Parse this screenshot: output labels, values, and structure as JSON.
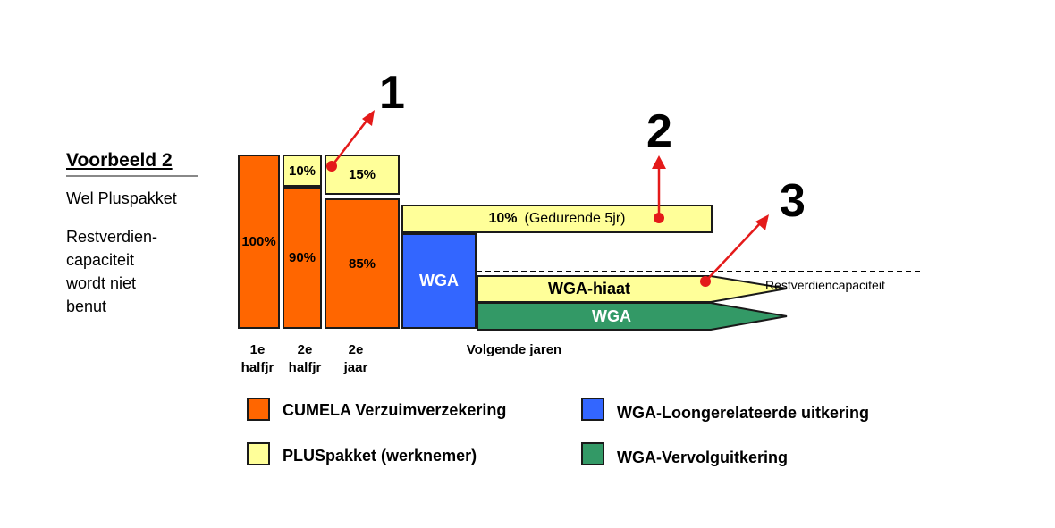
{
  "title": "Voorbeeld 2",
  "subtitle": "Wel Pluspakket",
  "description": [
    "Restverdien-",
    "capaciteit",
    "wordt niet",
    "benut"
  ],
  "bars": {
    "half1_cumela": "100%",
    "half2_plus": "10%",
    "half2_cumela": "90%",
    "year2_plus": "15%",
    "year2_cumela": "85%",
    "wga_box": "WGA"
  },
  "later": {
    "plus_pct": "10%",
    "plus_note": "(Gedurende 5jr)",
    "hiaat": "WGA-hiaat",
    "wga": "WGA",
    "restverdiencapaciteit": "Restverdiencapaciteit"
  },
  "markers": [
    "1",
    "2",
    "3"
  ],
  "x_labels": {
    "half1": [
      "1e",
      "halfjr"
    ],
    "half2": [
      "2e",
      "halfjr"
    ],
    "year2": [
      "2e",
      "jaar"
    ],
    "later": "Volgende jaren"
  },
  "legend": [
    {
      "label": "CUMELA Verzuimverzekering",
      "color": "#ff6600"
    },
    {
      "label": "PLUSpakket (werknemer)",
      "color": "#ffff99"
    },
    {
      "label": "WGA-Loongerelateerde uitkering",
      "color": "#3366ff"
    },
    {
      "label": "WGA-Vervolguitkering",
      "color": "#339966"
    }
  ]
}
